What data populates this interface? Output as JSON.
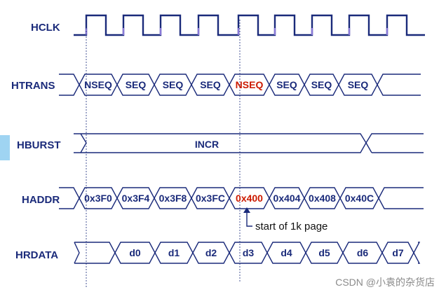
{
  "signals": {
    "hclk": "HCLK",
    "htrans": "HTRANS",
    "hburst": "HBURST",
    "haddr": "HADDR",
    "hrdata": "HRDATA"
  },
  "htrans_cells": [
    {
      "text": "NSEQ",
      "highlight": false
    },
    {
      "text": "SEQ",
      "highlight": false
    },
    {
      "text": "SEQ",
      "highlight": false
    },
    {
      "text": "SEQ",
      "highlight": false
    },
    {
      "text": "NSEQ",
      "highlight": true
    },
    {
      "text": "SEQ",
      "highlight": false
    },
    {
      "text": "SEQ",
      "highlight": false
    },
    {
      "text": "SEQ",
      "highlight": false
    }
  ],
  "hburst_value": "INCR",
  "haddr_cells": [
    {
      "text": "0x3F0",
      "highlight": false
    },
    {
      "text": "0x3F4",
      "highlight": false
    },
    {
      "text": "0x3F8",
      "highlight": false
    },
    {
      "text": "0x3FC",
      "highlight": false
    },
    {
      "text": "0x400",
      "highlight": true
    },
    {
      "text": "0x404",
      "highlight": false
    },
    {
      "text": "0x408",
      "highlight": false
    },
    {
      "text": "0x40C",
      "highlight": false
    }
  ],
  "hrdata_cells": [
    "d0",
    "d1",
    "d2",
    "d3",
    "d4",
    "d5",
    "d6",
    "d7"
  ],
  "annotation": "start of 1k page",
  "watermark": "CSDN @小袁的杂货店",
  "colors": {
    "signal": "#1a2a7a",
    "highlight": "#cc1a00",
    "clock_rise": "#8a7ad8",
    "side_accent": "#9fd4f2"
  }
}
